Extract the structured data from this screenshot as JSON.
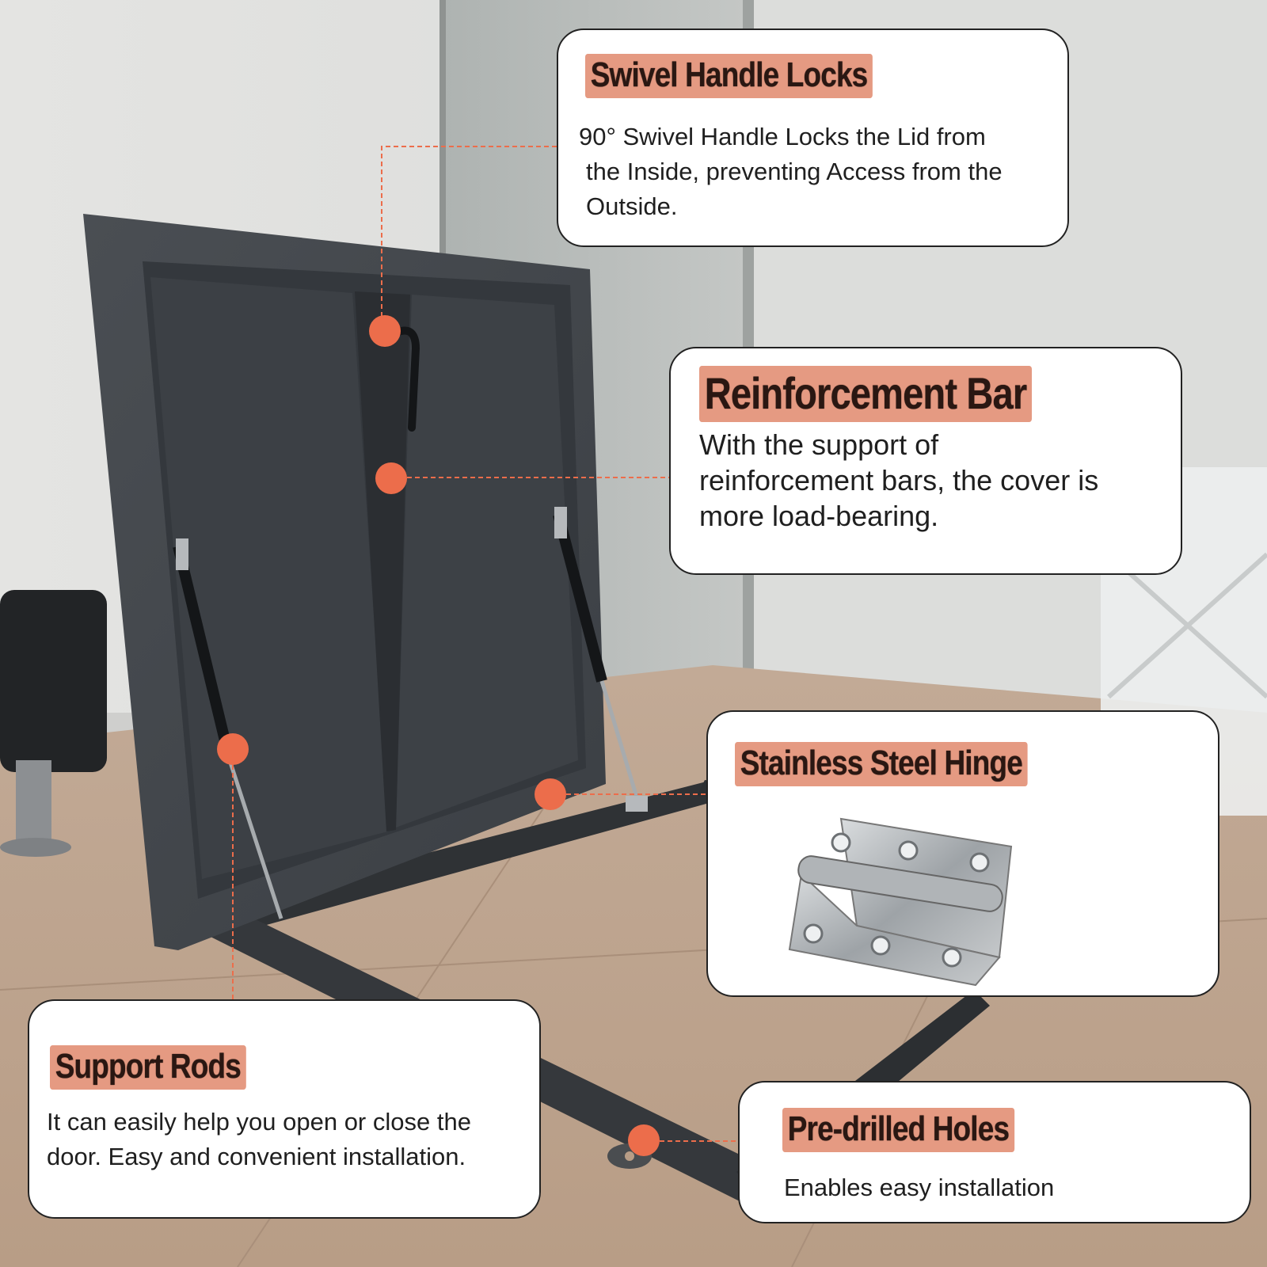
{
  "colors": {
    "accent": "#ec6d4b",
    "title_highlight": "#e59a82",
    "title_text": "#2a1712",
    "callout_bg": "#ffffff"
  },
  "callouts": {
    "swivel": {
      "title": "Swivel Handle Locks",
      "lines": [
        "90° Swivel Handle Locks the Lid from",
        "the Inside, preventing Access from the",
        "Outside."
      ]
    },
    "reinforcement": {
      "title": "Reinforcement Bar",
      "lines": [
        "With the support of",
        "reinforcement bars, the cover is",
        "more load-bearing."
      ]
    },
    "hinge": {
      "title": "Stainless Steel Hinge"
    },
    "rods": {
      "title": "Support Rods",
      "lines": [
        "It can easily help you open or close the",
        "door. Easy and convenient installation."
      ]
    },
    "holes": {
      "title": "Pre-drilled Holes",
      "lines": [
        "Enables easy installation"
      ]
    }
  }
}
